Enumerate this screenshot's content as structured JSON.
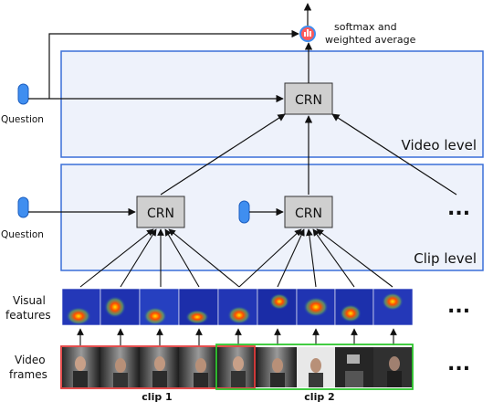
{
  "labels": {
    "softmax_line1": "softmax and",
    "softmax_line2": "weighted average",
    "video_level": "Video level",
    "clip_level": "Clip level",
    "question": "Question",
    "question_clip": "Question",
    "crn": "CRN",
    "visual_line1": "Visual",
    "visual_line2": "features",
    "video_line1": "Video",
    "video_line2": "frames",
    "clip1": "clip 1",
    "clip2": "clip 2",
    "ellipsis": "..."
  },
  "colors": {
    "panel_fill": "#eef2fb",
    "panel_border": "#3a6fd8",
    "crn_fill": "#cfcfcf",
    "question_icon": "#3f8ef0",
    "clip1_border": "#e03a3a",
    "clip2_border": "#2ec72e"
  }
}
